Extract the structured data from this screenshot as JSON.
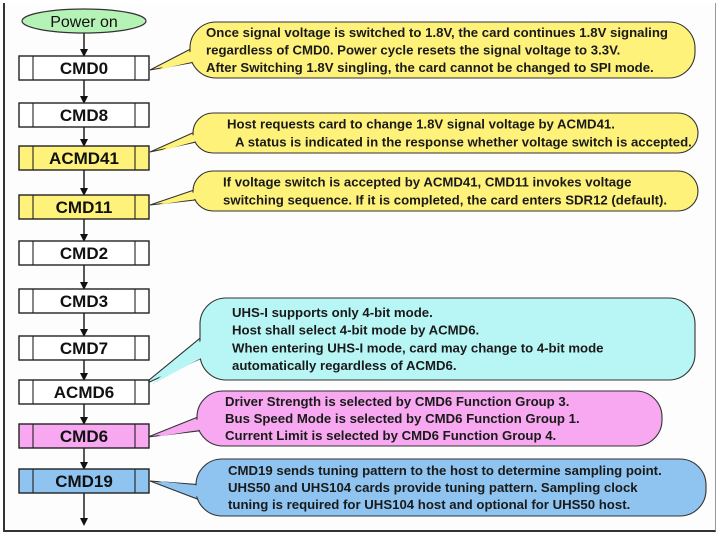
{
  "start": {
    "label": "Power on"
  },
  "steps": [
    {
      "label": "CMD0",
      "color": "#ffffff"
    },
    {
      "label": "CMD8",
      "color": "#ffffff"
    },
    {
      "label": "ACMD41",
      "color": "#fff27a"
    },
    {
      "label": "CMD11",
      "color": "#fff27a"
    },
    {
      "label": "CMD2",
      "color": "#ffffff"
    },
    {
      "label": "CMD3",
      "color": "#ffffff"
    },
    {
      "label": "CMD7",
      "color": "#ffffff"
    },
    {
      "label": "ACMD6",
      "color": "#ffffff"
    },
    {
      "label": "CMD6",
      "color": "#f7a8f0"
    },
    {
      "label": "CMD19",
      "color": "#8fc4f0"
    }
  ],
  "callouts": [
    {
      "target": "CMD0",
      "color": "#fff27a",
      "lines": [
        "Once signal voltage is switched to 1.8V, the card continues 1.8V signaling",
        "regardless of CMD0. Power cycle resets the signal voltage to 3.3V.",
        "After Switching 1.8V singling, the card cannot be changed to SPI mode."
      ]
    },
    {
      "target": "ACMD41",
      "color": "#fff27a",
      "lines": [
        "Host requests card to change 1.8V signal voltage by ACMD41.",
        "A status is indicated in the response whether voltage switch is accepted."
      ]
    },
    {
      "target": "CMD11",
      "color": "#fff27a",
      "lines": [
        "If voltage switch is accepted by ACMD41, CMD11 invokes voltage",
        "switching sequence. If it is completed, the card enters SDR12 (default)."
      ]
    },
    {
      "target": "ACMD6",
      "color": "#b8f6f6",
      "lines": [
        "UHS-I supports only 4-bit mode.",
        "Host shall select 4-bit mode by ACMD6.",
        "When entering UHS-I mode, card may change to 4-bit mode",
        "automatically regardless of ACMD6."
      ]
    },
    {
      "target": "CMD6",
      "color": "#f7a8f0",
      "lines": [
        "Driver Strength is selected by CMD6 Function Group 3.",
        "Bus Speed Mode is selected by CMD6 Function Group 1.",
        "Current Limit is selected by CMD6 Function Group 4."
      ]
    },
    {
      "target": "CMD19",
      "color": "#8fc4f0",
      "lines": [
        "CMD19 sends tuning pattern to the host to determine sampling point.",
        "UHS50 and UHS104 cards provide tuning pattern. Sampling clock",
        "tuning is required for UHS104 host and optional for UHS50 host."
      ]
    }
  ]
}
